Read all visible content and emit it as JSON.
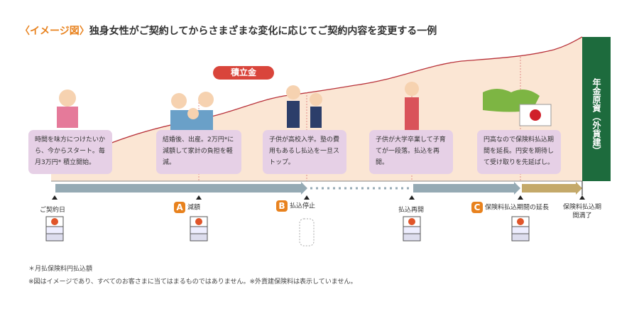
{
  "title": {
    "tag": "〈イメージ図〉",
    "text": "独身女性がご契約してからさまざまな変化に応じてご契約内容を変更する一例"
  },
  "accumulation_label": "積立金",
  "pension_label": "年金原資（外貨建）",
  "events": [
    {
      "text": "時間を味方につけたいから、今からスタート。毎月3万円* 積立開始。"
    },
    {
      "text": "結婚後、出産。2万円*に減額して家計の負担を軽減。"
    },
    {
      "text": "子供が高校入学。塾の費用もあるし払込を一旦ストップ。"
    },
    {
      "text": "子供が大学卒業して子育てが一段落。払込を再開。"
    },
    {
      "text": "円高なので保険料払込期間を延長。円安を期待して受け取りを先延ばし。"
    }
  ],
  "timeline": [
    {
      "badge": "",
      "label": "ご契約日"
    },
    {
      "badge": "A",
      "label": "減額"
    },
    {
      "badge": "B",
      "label": "払込停止"
    },
    {
      "badge": "",
      "label": "払込再開"
    },
    {
      "badge": "C",
      "label": "保険料払込期間の延長"
    },
    {
      "badge": "",
      "label": "保険料払込期間満了"
    }
  ],
  "notes": [
    "＊月払保険料円払込額",
    "※図はイメージであり、すべてのお客さまに当てはまるものではありません。※外貨建保険料は表示していません。"
  ],
  "colors": {
    "accent": "#e8821e",
    "green": "#1d6b3d",
    "curve": "#b8323a",
    "area": "#fbe6d4",
    "arrow": "#95aab4",
    "gold": "#c4a96a"
  }
}
